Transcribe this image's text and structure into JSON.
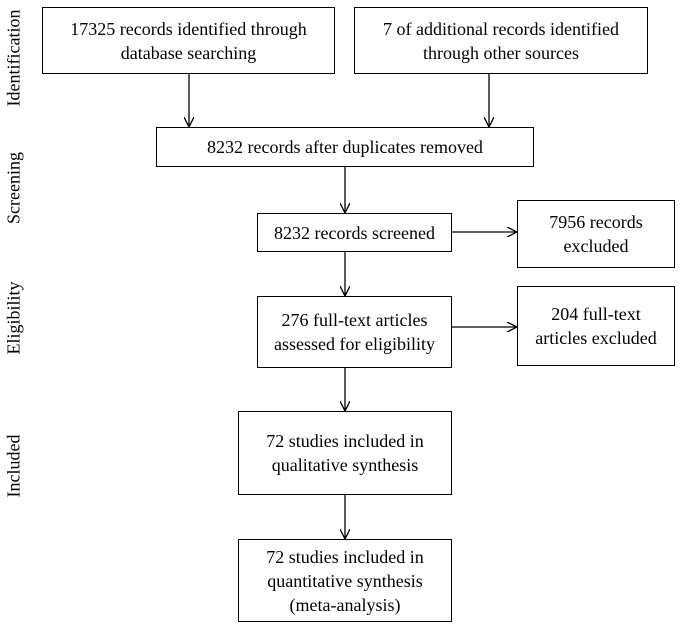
{
  "stages": {
    "identification": "Identification",
    "screening": "Screening",
    "eligibility": "Eligibility",
    "included": "Included"
  },
  "boxes": {
    "database_records": {
      "line1": "17325 records identified through",
      "line2": "database searching"
    },
    "additional_records": {
      "line1": "7 of additional records identified",
      "line2": "through other sources"
    },
    "after_duplicates": {
      "line1": "8232 records after duplicates removed"
    },
    "screened": {
      "line1": "8232 records screened"
    },
    "excluded_records": {
      "line1": "7956 records",
      "line2": "excluded"
    },
    "fulltext_assessed": {
      "line1": "276 full-text articles",
      "line2": "assessed for eligibility"
    },
    "fulltext_excluded": {
      "line1": "204 full-text",
      "line2": "articles excluded"
    },
    "qualitative": {
      "line1": "72 studies included in",
      "line2": "qualitative synthesis"
    },
    "quantitative": {
      "line1": "72 studies included in",
      "line2": "quantitative synthesis",
      "line3": "(meta-analysis)"
    }
  }
}
